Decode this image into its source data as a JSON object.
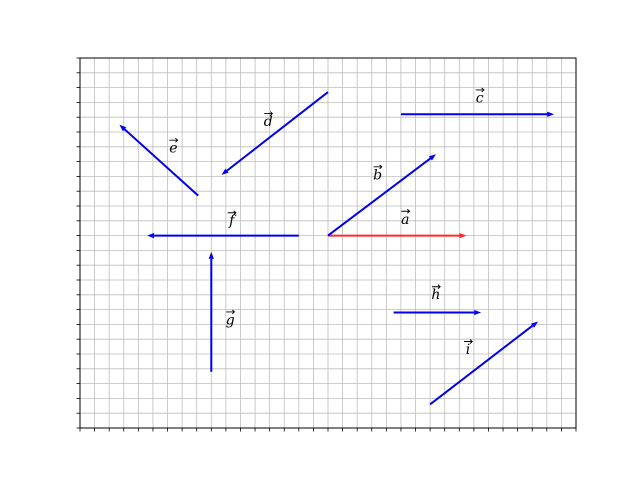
{
  "grid": {
    "x_range": [
      0,
      34
    ],
    "y_range": [
      0,
      25
    ],
    "minor_step": 1,
    "line_color": "#bdbdbd",
    "frame_color": "#000000"
  },
  "colors": {
    "reference": "#ff2b2b",
    "vector": "#0000ee"
  },
  "vectors": [
    {
      "id": "a",
      "label": "a",
      "start": [
        17,
        13
      ],
      "end": [
        26.5,
        13
      ],
      "color": "#ff2b2b",
      "label_at": [
        22.3,
        13.8
      ]
    },
    {
      "id": "b",
      "label": "b",
      "start": [
        17,
        13
      ],
      "end": [
        24.4,
        18.5
      ],
      "color": "#0000ee",
      "label_at": [
        20.4,
        16.8
      ]
    },
    {
      "id": "c",
      "label": "c",
      "start": [
        22,
        21.2
      ],
      "end": [
        32.5,
        21.2
      ],
      "color": "#0000ee",
      "label_at": [
        27.4,
        22
      ]
    },
    {
      "id": "d",
      "label": "d",
      "start": [
        17,
        22.7
      ],
      "end": [
        9.7,
        17.1
      ],
      "color": "#0000ee",
      "label_at": [
        12.9,
        20.4
      ]
    },
    {
      "id": "e",
      "label": "e",
      "start": [
        8.1,
        15.7
      ],
      "end": [
        2.7,
        20.5
      ],
      "color": "#0000ee",
      "label_at": [
        6.4,
        18.6
      ]
    },
    {
      "id": "f",
      "label": "f",
      "start": [
        15,
        13
      ],
      "end": [
        4.6,
        13
      ],
      "color": "#0000ee",
      "label_at": [
        10.4,
        13.7
      ]
    },
    {
      "id": "g",
      "label": "g",
      "start": [
        9,
        3.8
      ],
      "end": [
        9,
        11.9
      ],
      "color": "#0000ee",
      "label_at": [
        10.3,
        7
      ]
    },
    {
      "id": "h",
      "label": "h",
      "start": [
        21.5,
        7.8
      ],
      "end": [
        27.5,
        7.8
      ],
      "color": "#0000ee",
      "label_at": [
        24.4,
        8.7
      ]
    },
    {
      "id": "i",
      "label": "i",
      "start": [
        24,
        1.6
      ],
      "end": [
        31.4,
        7.2
      ],
      "color": "#0000ee",
      "label_at": [
        26.6,
        5
      ]
    }
  ]
}
